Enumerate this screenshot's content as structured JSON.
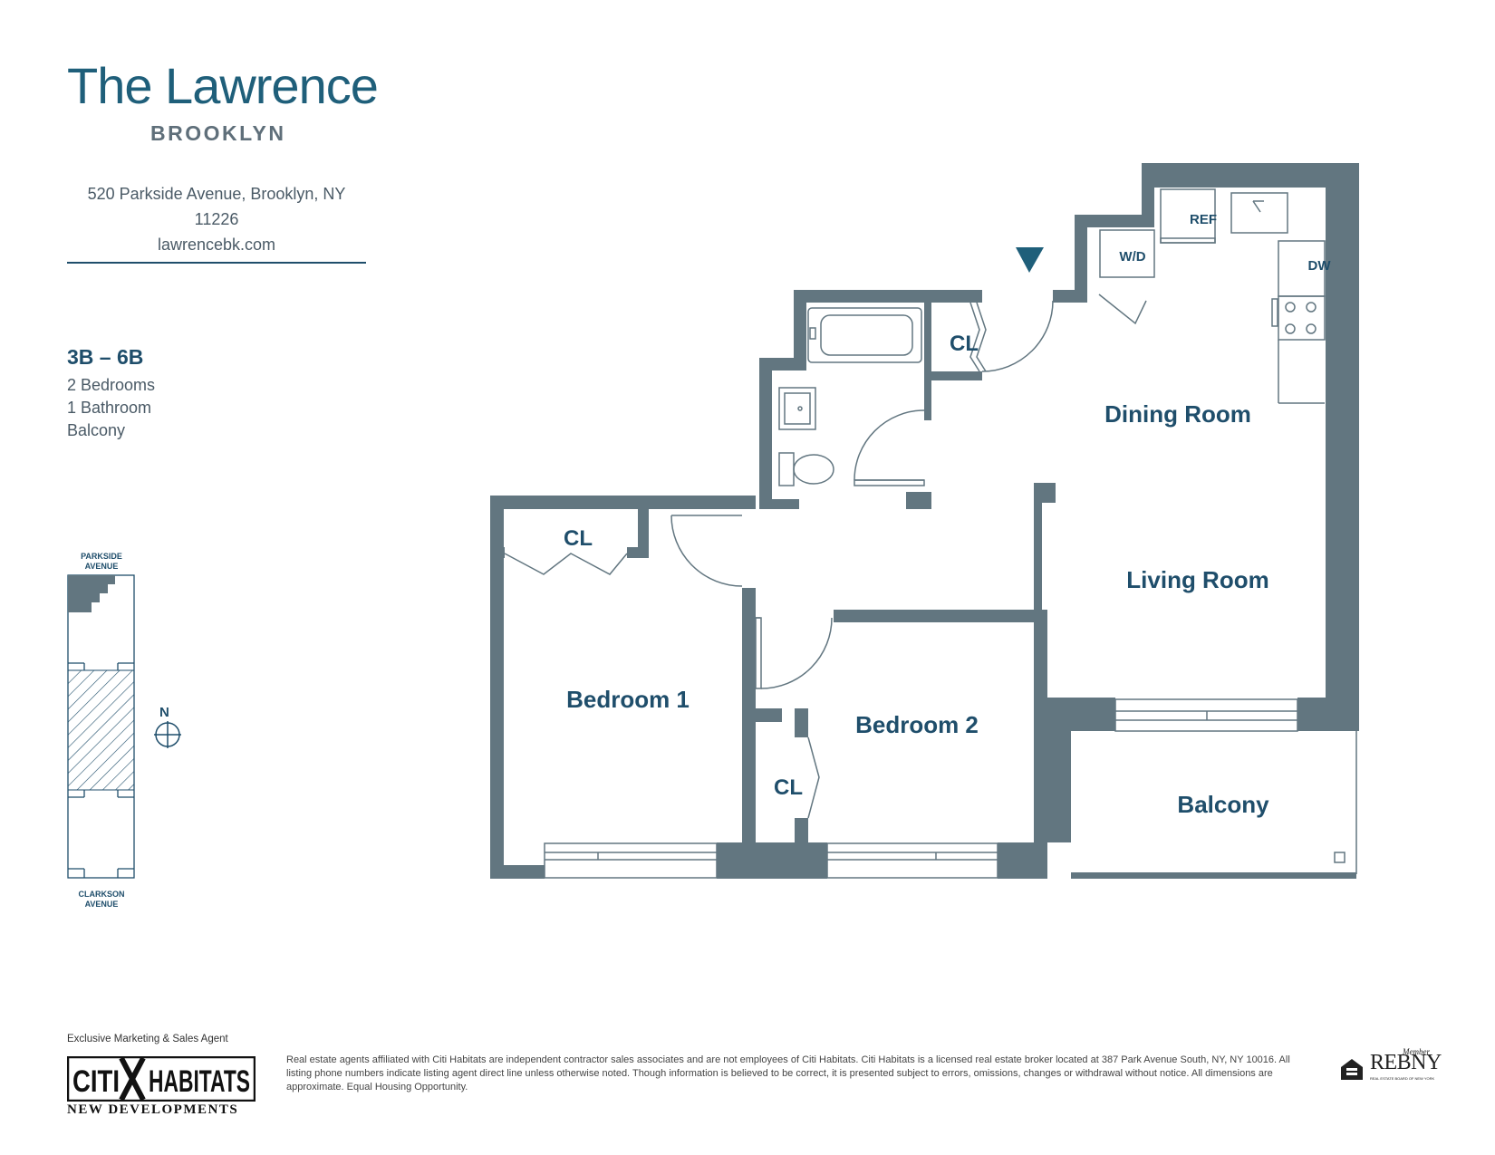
{
  "brand": {
    "title": "The Lawrence",
    "city": "BROOKLYN",
    "address": "520 Parkside Avenue, Brooklyn, NY 11226",
    "website": "lawrencebk.com",
    "accent_color": "#1f4e6b",
    "wall_color": "#627680"
  },
  "unit": {
    "id": "3B – 6B",
    "bedrooms": "2 Bedrooms",
    "bathrooms": "1 Bathroom",
    "extra": "Balcony"
  },
  "keyplan": {
    "top_street_line1": "PARKSIDE",
    "top_street_line2": "AVENUE",
    "bottom_street_line1": "CLARKSON",
    "bottom_street_line2": "AVENUE",
    "north": "N"
  },
  "rooms": {
    "dining_room": "Dining Room",
    "living_room": "Living Room",
    "bedroom1": "Bedroom 1",
    "bedroom2": "Bedroom 2",
    "balcony": "Balcony",
    "closet_bath": "CL",
    "closet_bed1": "CL",
    "closet_bed2": "CL",
    "washer_dryer": "W/D",
    "refrigerator": "REF",
    "dishwasher": "DW"
  },
  "footer": {
    "agent_label": "Exclusive Marketing & Sales Agent",
    "logo_left": "CITI",
    "logo_right": "HABITATS",
    "logo_sub": "NEW DEVELOPMENTS",
    "disclaimer": "Real estate agents affiliated with Citi Habitats are independent contractor sales associates and are not employees of Citi Habitats. Citi Habitats is a licensed real estate broker located at 387 Park Avenue South, NY, NY 10016. All listing phone numbers indicate listing agent direct line unless otherwise noted. Though information is believed to be correct, it is presented subject to errors, omissions, changes or withdrawal without notice. All dimensions are approximate. Equal Housing Opportunity.",
    "rebny_member": "Member",
    "rebny": "REBNY",
    "rebny_sub": "REAL ESTATE BOARD OF NEW YORK"
  }
}
